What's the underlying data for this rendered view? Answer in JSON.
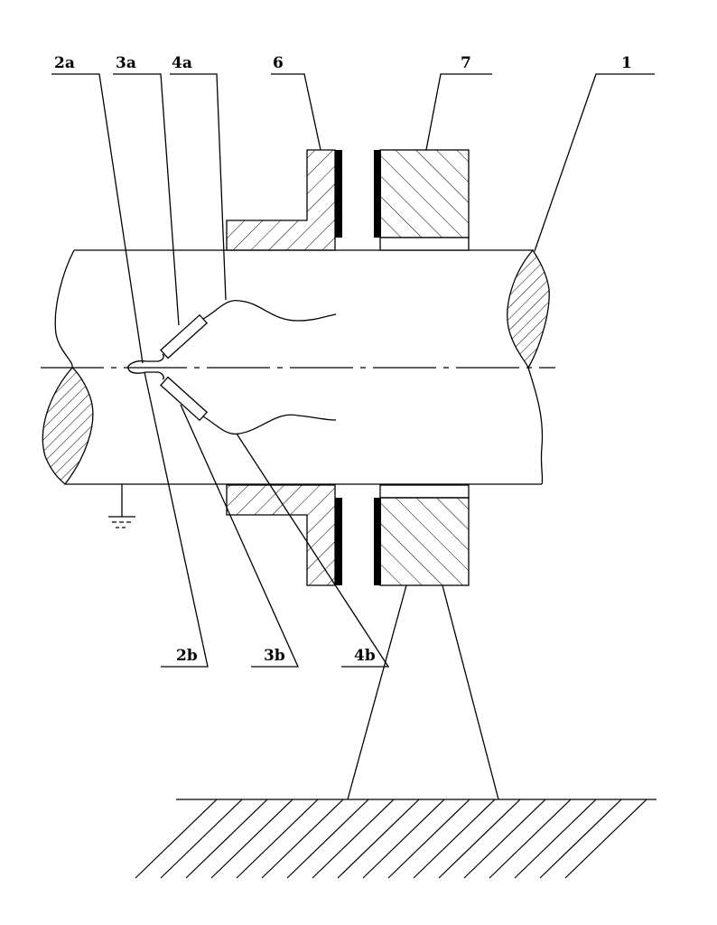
{
  "labels": {
    "l2a": "2a",
    "l3a": "3a",
    "l4a": "4a",
    "l6": "6",
    "l7": "7",
    "l1": "1",
    "l2b": "2b",
    "l3b": "3b",
    "l4b": "4b"
  }
}
